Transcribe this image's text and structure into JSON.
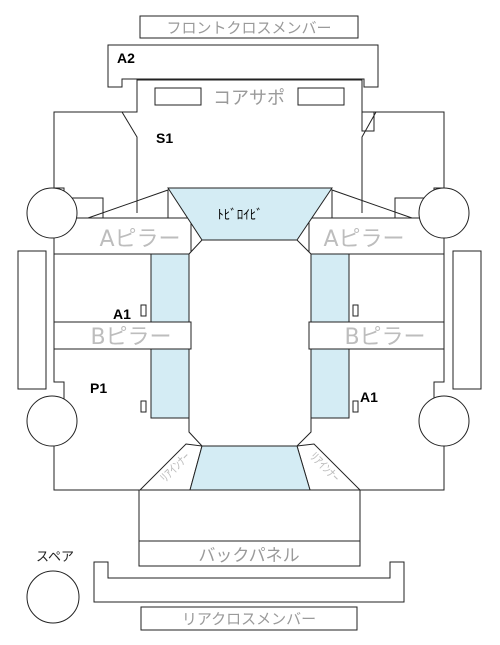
{
  "labels": {
    "front_cross_member": "フロントクロスメンバー",
    "core_support": "コアサポ",
    "a_pillar_left": "Aピラー",
    "a_pillar_right": "Aピラー",
    "b_pillar_left": "Bピラー",
    "b_pillar_right": "Bピラー",
    "dash_panel": "ﾄﾋﾞﾛｲﾋﾞ",
    "rear_inner_left": "ﾘｱｲﾝﾅｰ",
    "rear_inner_right": "ﾘｱｲﾝﾅｰ",
    "back_panel": "バックパネル",
    "rear_cross_member": "リアクロスメンバー",
    "spare": "スペア"
  },
  "codes": {
    "a2": "A2",
    "s1": "S1",
    "a1_left": "A1",
    "p1": "P1",
    "a1_right": "A1"
  },
  "colors": {
    "structure_fill": "#d4ecf4",
    "outline": "#222222",
    "label_grey": "#9a9a9a",
    "band_text": "#bdbdbd"
  }
}
